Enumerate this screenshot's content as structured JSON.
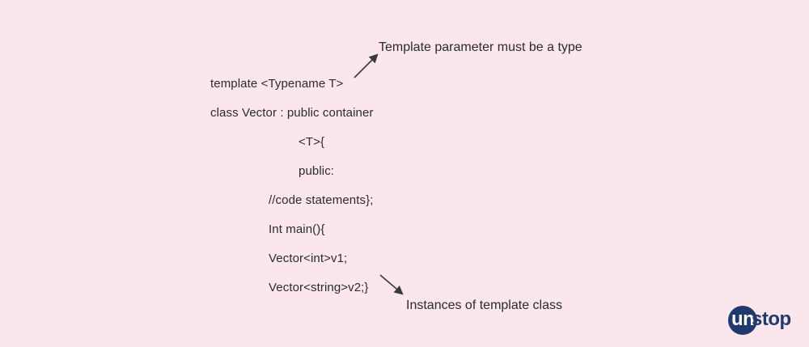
{
  "code_lines": [
    "template <Typename T>",
    "class Vector : public container",
    "<T>{",
    "public:",
    "//code statements};",
    "Int main(){",
    "Vector<int>v1;",
    "Vector<string>v2;}"
  ],
  "annotations": {
    "top": "Template parameter must be a type",
    "bottom": "Instances of template class"
  },
  "logo": {
    "un": "un",
    "rest": "stop"
  },
  "colors": {
    "background": "#fbe6ec",
    "text": "#2b2b2b",
    "logo": "#1f3a6e"
  }
}
